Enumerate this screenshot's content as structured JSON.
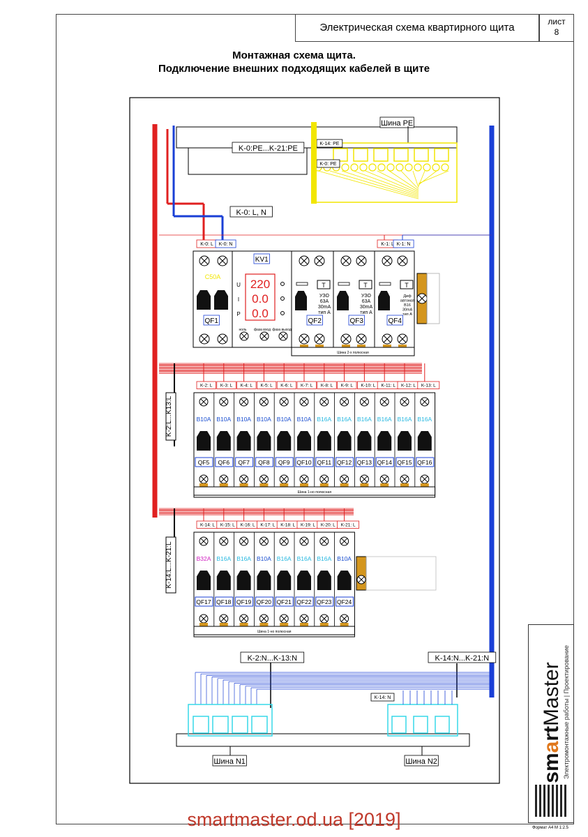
{
  "header": {
    "title": "Электрическая схема квартирного щита",
    "sheet_label": "лист",
    "sheet_number": "8"
  },
  "heading": {
    "line1": "Монтажная схема щита.",
    "line2": "Подключение внешних подходящих кабелей в щите"
  },
  "labels": {
    "bus_pe": "Шина PE",
    "k0_pe_range": "K-0:PE...K-21:PE",
    "k14_pe": "K-14: PE",
    "k0_pe": "K-0: PE",
    "k0_ln": "K-0: L, N",
    "k0_l": "K-0: L",
    "k0_n": "K-0: N",
    "k1_l": "K-1: L",
    "k1_n": "K-1: N",
    "kv1": "KV1",
    "c50a": "C50A",
    "qf1": "QF1",
    "voltage_rows": [
      "U",
      "I",
      "P"
    ],
    "voltage_values": [
      "220",
      "0.0",
      "0.0"
    ],
    "relay_bottom": [
      "ноль",
      "фаза вход",
      "фаза выход"
    ],
    "rcd_text": [
      "УЗО",
      "63A",
      "30mA",
      "тип A"
    ],
    "difavt_text": [
      "Диф",
      "автомат",
      "B16",
      "30mA",
      "тип A"
    ],
    "qf2": "QF2",
    "qf3": "QF3",
    "qf4": "QF4",
    "bus2": "Шина 2-х полюсная",
    "k2_k13": "K-2:L...K13:L",
    "k14_k21": "K-14:L...K-21:L",
    "bus1": "Шина 1-но полюсная",
    "k2n": "K-2:N...K-13:N",
    "k14n": "K-14:N...K-21:N",
    "k14_n": "K-14: N",
    "bus_n1": "Шина N1",
    "bus_n2": "Шина N2"
  },
  "row1": {
    "terminals": [
      "K-2: L",
      "K-3: L",
      "K-4: L",
      "K-5: L",
      "K-6: L",
      "K-7: L",
      "K-8: L",
      "K-9: L",
      "K-10: L",
      "K-11: L",
      "K-12: L",
      "K-13: L"
    ],
    "ratings": [
      "B10A",
      "B10A",
      "B10A",
      "B10A",
      "B10A",
      "B10A",
      "B16A",
      "B16A",
      "B16A",
      "B16A",
      "B16A",
      "B16A"
    ],
    "names": [
      "QF5",
      "QF6",
      "QF7",
      "QF8",
      "QF9",
      "QF10",
      "QF11",
      "QF12",
      "QF13",
      "QF14",
      "QF15",
      "QF16"
    ]
  },
  "row2": {
    "terminals": [
      "K-14: L",
      "K-15: L",
      "K-16: L",
      "K-17: L",
      "K-18: L",
      "K-19: L",
      "K-20: L",
      "K-21: L"
    ],
    "ratings": [
      "B32A",
      "B16A",
      "B16A",
      "B10A",
      "B16A",
      "B16A",
      "B16A",
      "B10A"
    ],
    "names": [
      "QF17",
      "QF18",
      "QF19",
      "QF20",
      "QF21",
      "QF22",
      "QF23",
      "QF24"
    ]
  },
  "colors": {
    "phase": "#e02020",
    "neutral": "#1a3fd6",
    "pe": "#f2e600",
    "b10": "#1a4fd0",
    "b16": "#27b8e0",
    "b32": "#d020c0",
    "nbus": "#36d8e8",
    "amber": "#d4961e"
  },
  "branding": {
    "brand_prefix": "sm",
    "brand_a": "a",
    "brand_rt": "rt",
    "brand_suffix": "Master",
    "tagline": "Электромонтажные работы | Проектирование",
    "format": "Формат А4   М 1:2.5"
  },
  "footer": "smartmaster.od.ua [2019]"
}
